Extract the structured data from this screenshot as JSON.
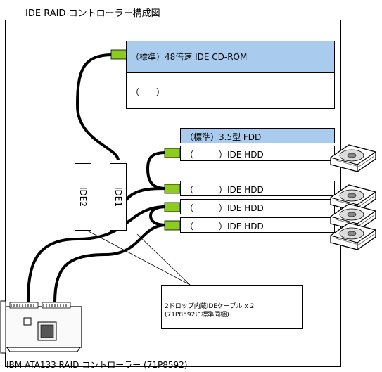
{
  "title": "IDE RAID コントローラー構成図",
  "cdrom": {
    "label": "（標準）48倍速 IDE CD-ROM",
    "empty_label": "（　　）"
  },
  "fdd": {
    "label": "（標準）3.5型 FDD"
  },
  "hdd_bays": [
    {
      "label": "（　　　）IDE HDD"
    },
    {
      "label": "（　　　）IDE HDD"
    },
    {
      "label": "（　　　）IDE HDD"
    },
    {
      "label": "（　　　）IDE HDD"
    }
  ],
  "ports": {
    "ide1": "IDE1",
    "ide2": "IDE2"
  },
  "note": {
    "line1": "2ドロップ内蔵IDEケーブル x 2",
    "line2": "(71P8592に標準同梱)"
  },
  "card": {
    "label": "IBM ATA133 RAID コントローラー (71P8592)"
  },
  "colors": {
    "bay_fill": "#a9cbee",
    "connector": "#8ccc1e",
    "cable": "#000000"
  }
}
